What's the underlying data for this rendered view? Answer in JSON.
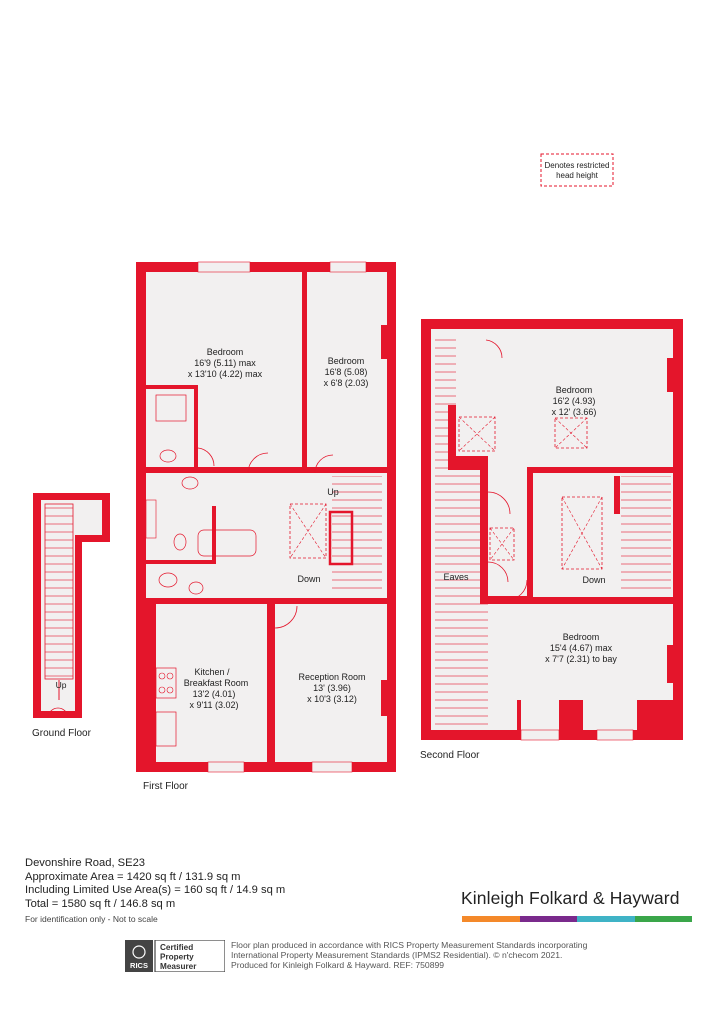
{
  "legend": {
    "line1": "Denotes restricted",
    "line2": "head height"
  },
  "floors": {
    "ground": {
      "label": "Ground Floor",
      "up_label": "Up"
    },
    "first": {
      "label": "First Floor",
      "up_label": "Up",
      "down_label": "Down"
    },
    "second": {
      "label": "Second Floor",
      "down_label": "Down",
      "eaves_label": "Eaves"
    }
  },
  "rooms": {
    "bedroom1": {
      "name": "Bedroom",
      "dim1": "16'9 (5.11) max",
      "dim2": "x 13'10 (4.22) max"
    },
    "bedroom2": {
      "name": "Bedroom",
      "dim1": "16'8 (5.08)",
      "dim2": "x 6'8 (2.03)"
    },
    "kitchen": {
      "name1": "Kitchen /",
      "name2": "Breakfast Room",
      "dim1": "13'2 (4.01)",
      "dim2": "x 9'11 (3.02)"
    },
    "reception": {
      "name": "Reception Room",
      "dim1": "13' (3.96)",
      "dim2": "x 10'3 (3.12)"
    },
    "bedroom3": {
      "name": "Bedroom",
      "dim1": "16'2 (4.93)",
      "dim2": "x 12' (3.66)"
    },
    "bedroom4": {
      "name": "Bedroom",
      "dim1": "15'4 (4.67) max",
      "dim2": "x 7'7 (2.31) to bay"
    }
  },
  "property": {
    "address": "Devonshire Road, SE23",
    "area": "Approximate Area = 1420 sq ft / 131.9 sq m",
    "limited": "Including Limited Use Area(s) = 160 sq ft / 14.9 sq m",
    "total": "Total = 1580 sq ft / 146.8 sq m",
    "note": "For identification only - Not to scale"
  },
  "brand": {
    "name": "Kinleigh Folkard & Hayward",
    "bar_colors": [
      "#f4892a",
      "#7a2a8c",
      "#3fb3c6",
      "#3aa64a"
    ]
  },
  "rics": {
    "short": "RICS",
    "line1": "Certified",
    "line2": "Property",
    "line3": "Measurer"
  },
  "disclaimer": {
    "line1": "Floor plan produced in accordance with RICS Property Measurement Standards incorporating",
    "line2": "International Property Measurement Standards (IPMS2 Residential).  © n'checom 2021.",
    "line3": "Produced for Kinleigh Folkard & Hayward.   REF: 750899"
  },
  "colors": {
    "wall": "#e4152b",
    "room_fill": "#f2f0f0",
    "label": "#222222"
  }
}
